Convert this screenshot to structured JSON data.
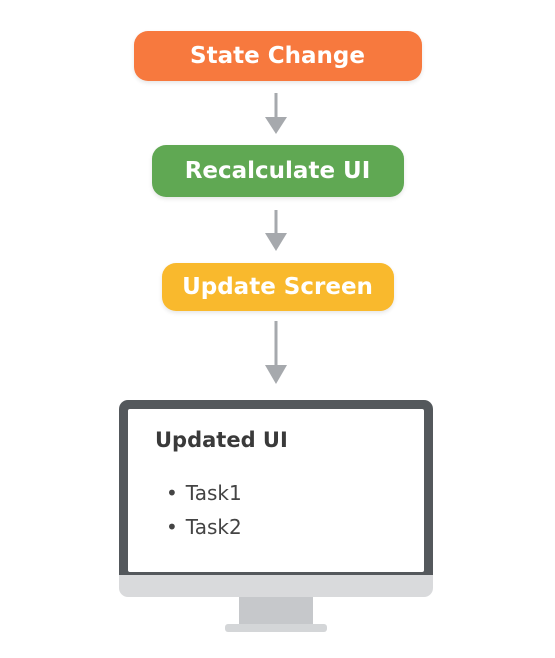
{
  "steps": [
    {
      "label": "State Change",
      "color": "#f7793e"
    },
    {
      "label": "Recalculate UI",
      "color": "#60a853"
    },
    {
      "label": "Update Screen",
      "color": "#f9b92d"
    }
  ],
  "arrow_color": "#a6a9ad",
  "monitor": {
    "title": "Updated UI",
    "bullet": "•",
    "tasks": [
      "Task1",
      "Task2"
    ]
  }
}
